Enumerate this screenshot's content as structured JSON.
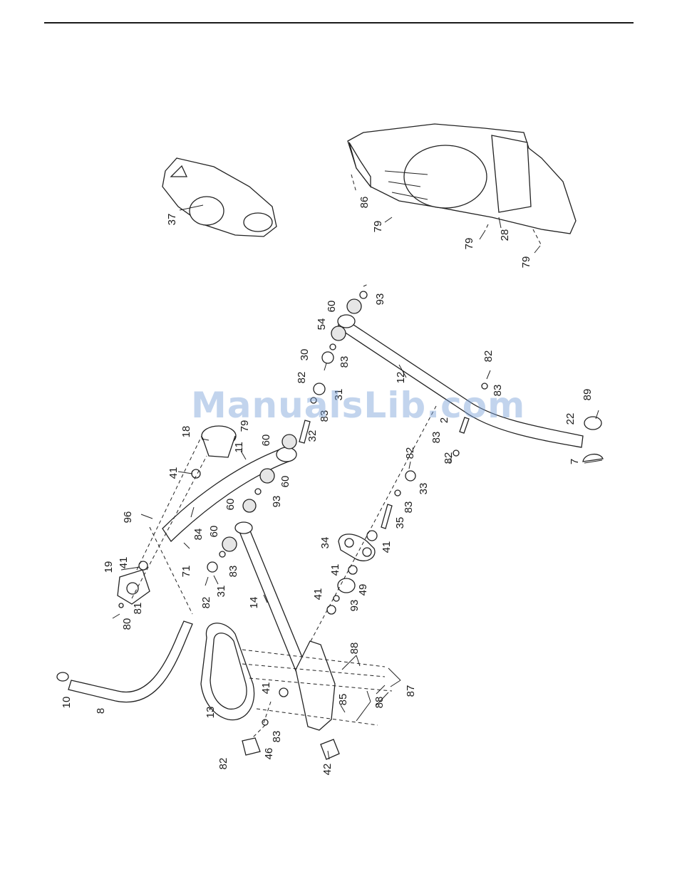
{
  "watermark": "ManualsLib.com",
  "labels": {
    "p2": "2",
    "p7": "7",
    "p8": "8",
    "p10": "10",
    "p11": "11",
    "p12": "12",
    "p13": "13",
    "p14": "14",
    "p18": "18",
    "p19": "19",
    "p22": "22",
    "p28": "28",
    "p30": "30",
    "p31a": "31",
    "p31b": "31",
    "p32": "32",
    "p33": "33",
    "p34": "34",
    "p35": "35",
    "p37": "37",
    "p41a": "41",
    "p41b": "41",
    "p41c": "41",
    "p41d": "41",
    "p41e": "41",
    "p41f": "41",
    "p42": "42",
    "p46": "46",
    "p49": "49",
    "p54": "54",
    "p60a": "60",
    "p60b": "60",
    "p60c": "60",
    "p60d": "60",
    "p60e": "60",
    "p71": "71",
    "p79a": "79",
    "p79b": "79",
    "p79c": "79",
    "p79d": "79",
    "p80": "80",
    "p81": "81",
    "p82a": "82",
    "p82b": "82",
    "p82c": "82",
    "p82d": "82",
    "p82e": "82",
    "p82f": "82",
    "p83a": "83",
    "p83b": "83",
    "p83c": "83",
    "p83d": "83",
    "p83e": "83",
    "p83f": "83",
    "p83g": "83",
    "p84": "84",
    "p85": "85",
    "p86": "86",
    "p87": "87",
    "p88a": "88",
    "p88b": "88",
    "p89": "89",
    "p93a": "93",
    "p93b": "93",
    "p93c": "93",
    "p96": "96"
  }
}
